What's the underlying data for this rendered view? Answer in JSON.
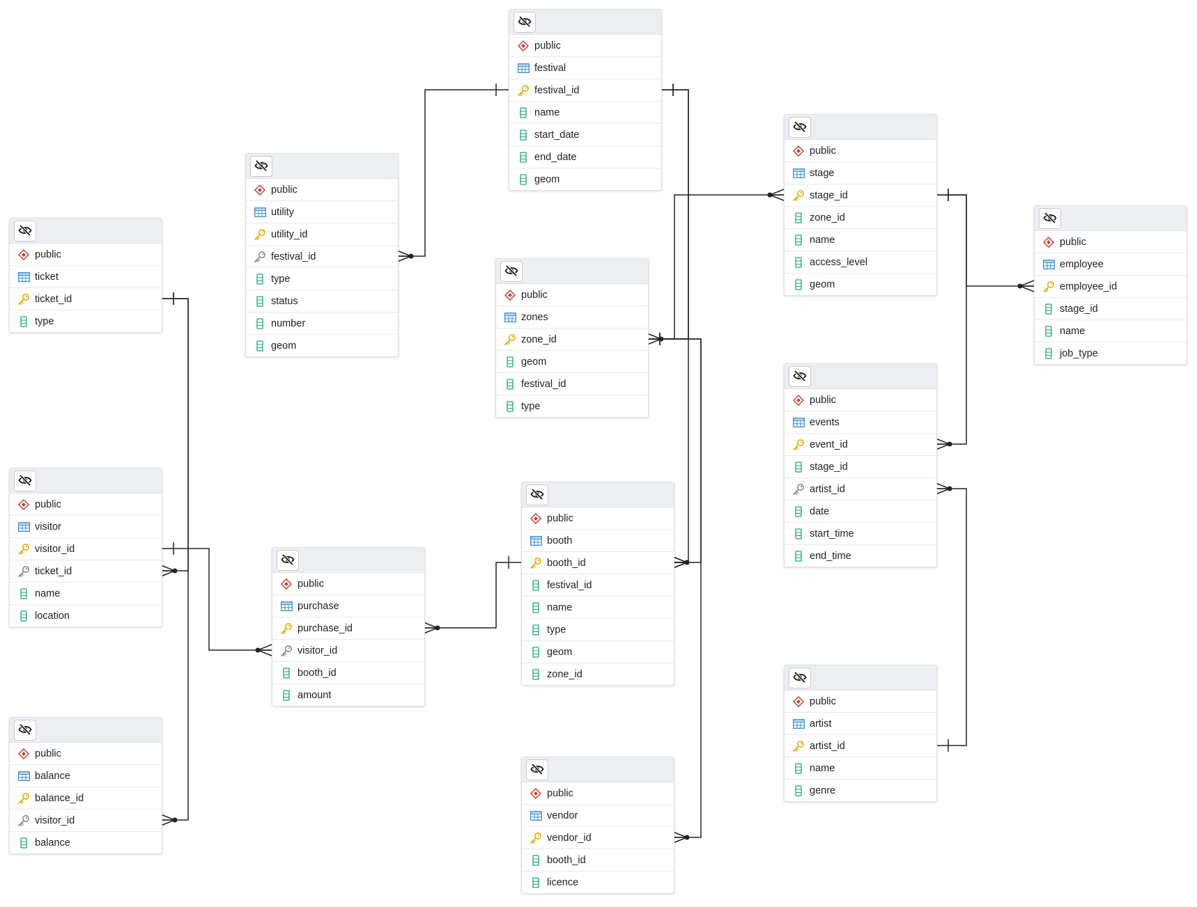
{
  "colors": {
    "line": "#222222",
    "header": "#eceef2",
    "schema_icon": "#c0392b",
    "table_icon": "#3d8fd1",
    "pk_icon": "#e2b007",
    "fk_icon": "#8a8a8a",
    "col_icon": "#19a77e"
  },
  "header_icon": "eye-slash-icon",
  "tables": [
    {
      "id": "festival",
      "schema": "public",
      "name": "festival",
      "columns": [
        {
          "name": "festival_id",
          "kind": "pk"
        },
        {
          "name": "name",
          "kind": "col"
        },
        {
          "name": "start_date",
          "kind": "col"
        },
        {
          "name": "end_date",
          "kind": "col"
        },
        {
          "name": "geom",
          "kind": "col"
        }
      ]
    },
    {
      "id": "utility",
      "schema": "public",
      "name": "utility",
      "columns": [
        {
          "name": "utility_id",
          "kind": "pk"
        },
        {
          "name": "festival_id",
          "kind": "fk"
        },
        {
          "name": "type",
          "kind": "col"
        },
        {
          "name": "status",
          "kind": "col"
        },
        {
          "name": "number",
          "kind": "col"
        },
        {
          "name": "geom",
          "kind": "col"
        }
      ]
    },
    {
      "id": "ticket",
      "schema": "public",
      "name": "ticket",
      "columns": [
        {
          "name": "ticket_id",
          "kind": "pk"
        },
        {
          "name": "type",
          "kind": "col"
        }
      ]
    },
    {
      "id": "visitor",
      "schema": "public",
      "name": "visitor",
      "columns": [
        {
          "name": "visitor_id",
          "kind": "pk"
        },
        {
          "name": "ticket_id",
          "kind": "fk"
        },
        {
          "name": "name",
          "kind": "col"
        },
        {
          "name": "location",
          "kind": "col"
        }
      ]
    },
    {
      "id": "balance",
      "schema": "public",
      "name": "balance",
      "columns": [
        {
          "name": "balance_id",
          "kind": "pk"
        },
        {
          "name": "visitor_id",
          "kind": "fk"
        },
        {
          "name": "balance",
          "kind": "col"
        }
      ]
    },
    {
      "id": "purchase",
      "schema": "public",
      "name": "purchase",
      "columns": [
        {
          "name": "purchase_id",
          "kind": "pk"
        },
        {
          "name": "visitor_id",
          "kind": "fk"
        },
        {
          "name": "booth_id",
          "kind": "col"
        },
        {
          "name": "amount",
          "kind": "col"
        }
      ]
    },
    {
      "id": "zones",
      "schema": "public",
      "name": "zones",
      "columns": [
        {
          "name": "zone_id",
          "kind": "pk"
        },
        {
          "name": "geom",
          "kind": "col"
        },
        {
          "name": "festival_id",
          "kind": "col"
        },
        {
          "name": "type",
          "kind": "col"
        }
      ]
    },
    {
      "id": "booth",
      "schema": "public",
      "name": "booth",
      "columns": [
        {
          "name": "booth_id",
          "kind": "pk"
        },
        {
          "name": "festival_id",
          "kind": "col"
        },
        {
          "name": "name",
          "kind": "col"
        },
        {
          "name": "type",
          "kind": "col"
        },
        {
          "name": "geom",
          "kind": "col"
        },
        {
          "name": "zone_id",
          "kind": "col"
        }
      ]
    },
    {
      "id": "vendor",
      "schema": "public",
      "name": "vendor",
      "columns": [
        {
          "name": "vendor_id",
          "kind": "pk"
        },
        {
          "name": "booth_id",
          "kind": "col"
        },
        {
          "name": "licence",
          "kind": "col"
        }
      ]
    },
    {
      "id": "stage",
      "schema": "public",
      "name": "stage",
      "columns": [
        {
          "name": "stage_id",
          "kind": "pk"
        },
        {
          "name": "zone_id",
          "kind": "col"
        },
        {
          "name": "name",
          "kind": "col"
        },
        {
          "name": "access_level",
          "kind": "col"
        },
        {
          "name": "geom",
          "kind": "col"
        }
      ]
    },
    {
      "id": "events",
      "schema": "public",
      "name": "events",
      "columns": [
        {
          "name": "event_id",
          "kind": "pk"
        },
        {
          "name": "stage_id",
          "kind": "col"
        },
        {
          "name": "artist_id",
          "kind": "fk"
        },
        {
          "name": "date",
          "kind": "col"
        },
        {
          "name": "start_time",
          "kind": "col"
        },
        {
          "name": "end_time",
          "kind": "col"
        }
      ]
    },
    {
      "id": "artist",
      "schema": "public",
      "name": "artist",
      "columns": [
        {
          "name": "artist_id",
          "kind": "pk"
        },
        {
          "name": "name",
          "kind": "col"
        },
        {
          "name": "genre",
          "kind": "col"
        }
      ]
    },
    {
      "id": "employee",
      "schema": "public",
      "name": "employee",
      "columns": [
        {
          "name": "employee_id",
          "kind": "pk"
        },
        {
          "name": "stage_id",
          "kind": "col"
        },
        {
          "name": "name",
          "kind": "col"
        },
        {
          "name": "job_type",
          "kind": "col"
        }
      ]
    }
  ],
  "relationships": [
    {
      "from": "utility.festival_id",
      "to": "festival.festival_id",
      "cardinality": "many-to-one"
    },
    {
      "from": "zones.zone_id",
      "to": "festival.festival_id",
      "cardinality": "many-to-one"
    },
    {
      "from": "booth.booth_id",
      "to": "festival.festival_id",
      "cardinality": "many-to-one"
    },
    {
      "from": "stage.stage_id",
      "to": "zones.zone_id",
      "cardinality": "many-to-one"
    },
    {
      "from": "booth.booth_id",
      "to": "zones.zone_id",
      "cardinality": "many-to-one"
    },
    {
      "from": "vendor.vendor_id",
      "to": "zones.zone_id",
      "cardinality": "many-to-one"
    },
    {
      "from": "employee.employee_id",
      "to": "stage.stage_id",
      "cardinality": "many-to-one"
    },
    {
      "from": "events.event_id",
      "to": "stage.stage_id",
      "cardinality": "many-to-one"
    },
    {
      "from": "events.artist_id",
      "to": "artist.artist_id",
      "cardinality": "many-to-one"
    },
    {
      "from": "visitor.ticket_id",
      "to": "ticket.ticket_id",
      "cardinality": "many-to-one"
    },
    {
      "from": "balance.visitor_id",
      "to": "ticket.ticket_id",
      "cardinality": "many-to-one"
    },
    {
      "from": "purchase.visitor_id",
      "to": "visitor.visitor_id",
      "cardinality": "many-to-one"
    },
    {
      "from": "purchase.purchase_id",
      "to": "booth.booth_id",
      "cardinality": "many-to-one"
    }
  ]
}
